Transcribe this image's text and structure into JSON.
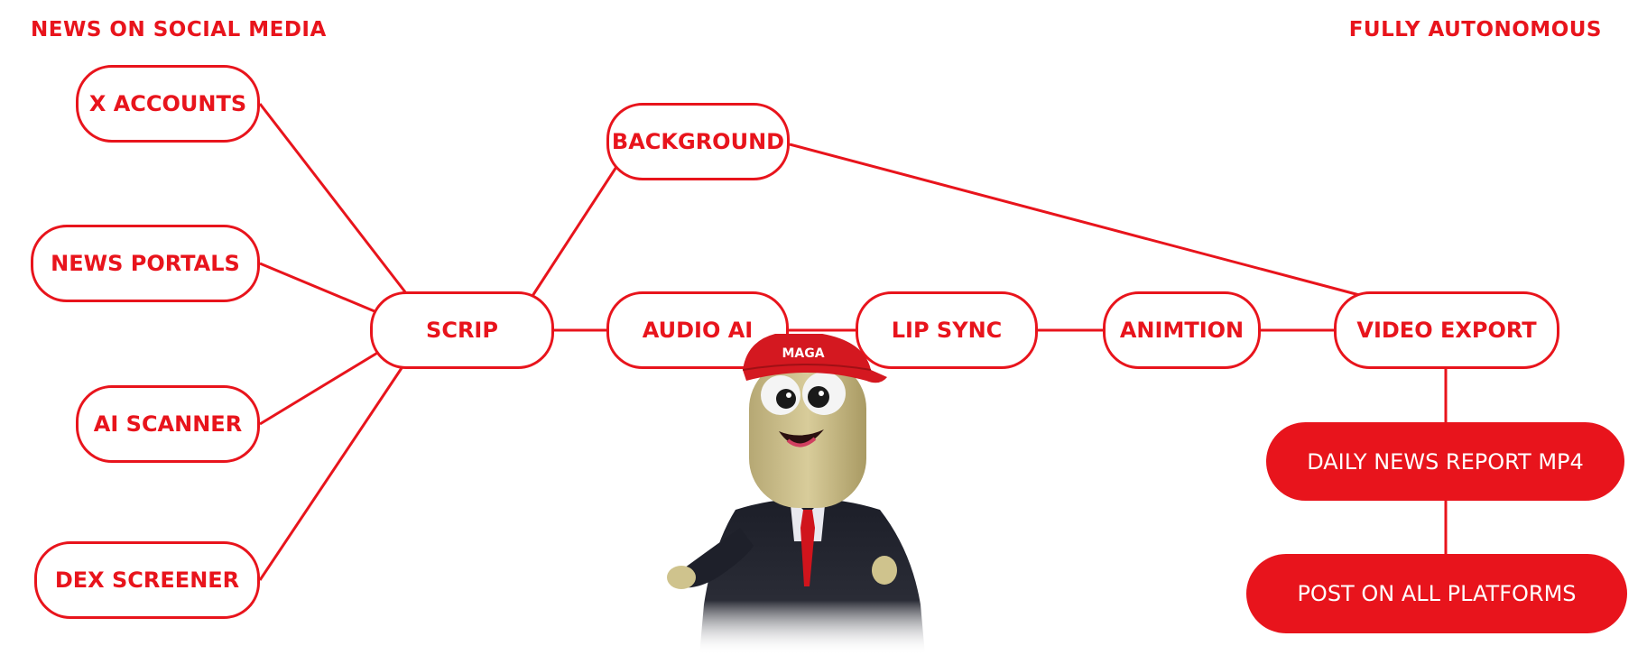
{
  "headers": {
    "left": "NEWS ON SOCIAL MEDIA",
    "right": "FULLY AUTONOMOUS"
  },
  "nodes": {
    "x_accounts": "X ACCOUNTS",
    "news_portals": "NEWS PORTALS",
    "ai_scanner": "AI SCANNER",
    "dex_screener": "DEX SCREENER",
    "scrip": "SCRIP",
    "background": "BACKGROUND",
    "audio_ai": "AUDIO AI",
    "lip_sync": "LIP SYNC",
    "animtion": "ANIMTION",
    "video_export": "VIDEO EXPORT",
    "daily_report": "DAILY NEWS REPORT MP4",
    "post_all": "POST ON ALL PLATFORMS"
  },
  "mascot": {
    "hat_text": "MAGA"
  },
  "colors": {
    "accent": "#e8141c",
    "background": "#ffffff"
  }
}
